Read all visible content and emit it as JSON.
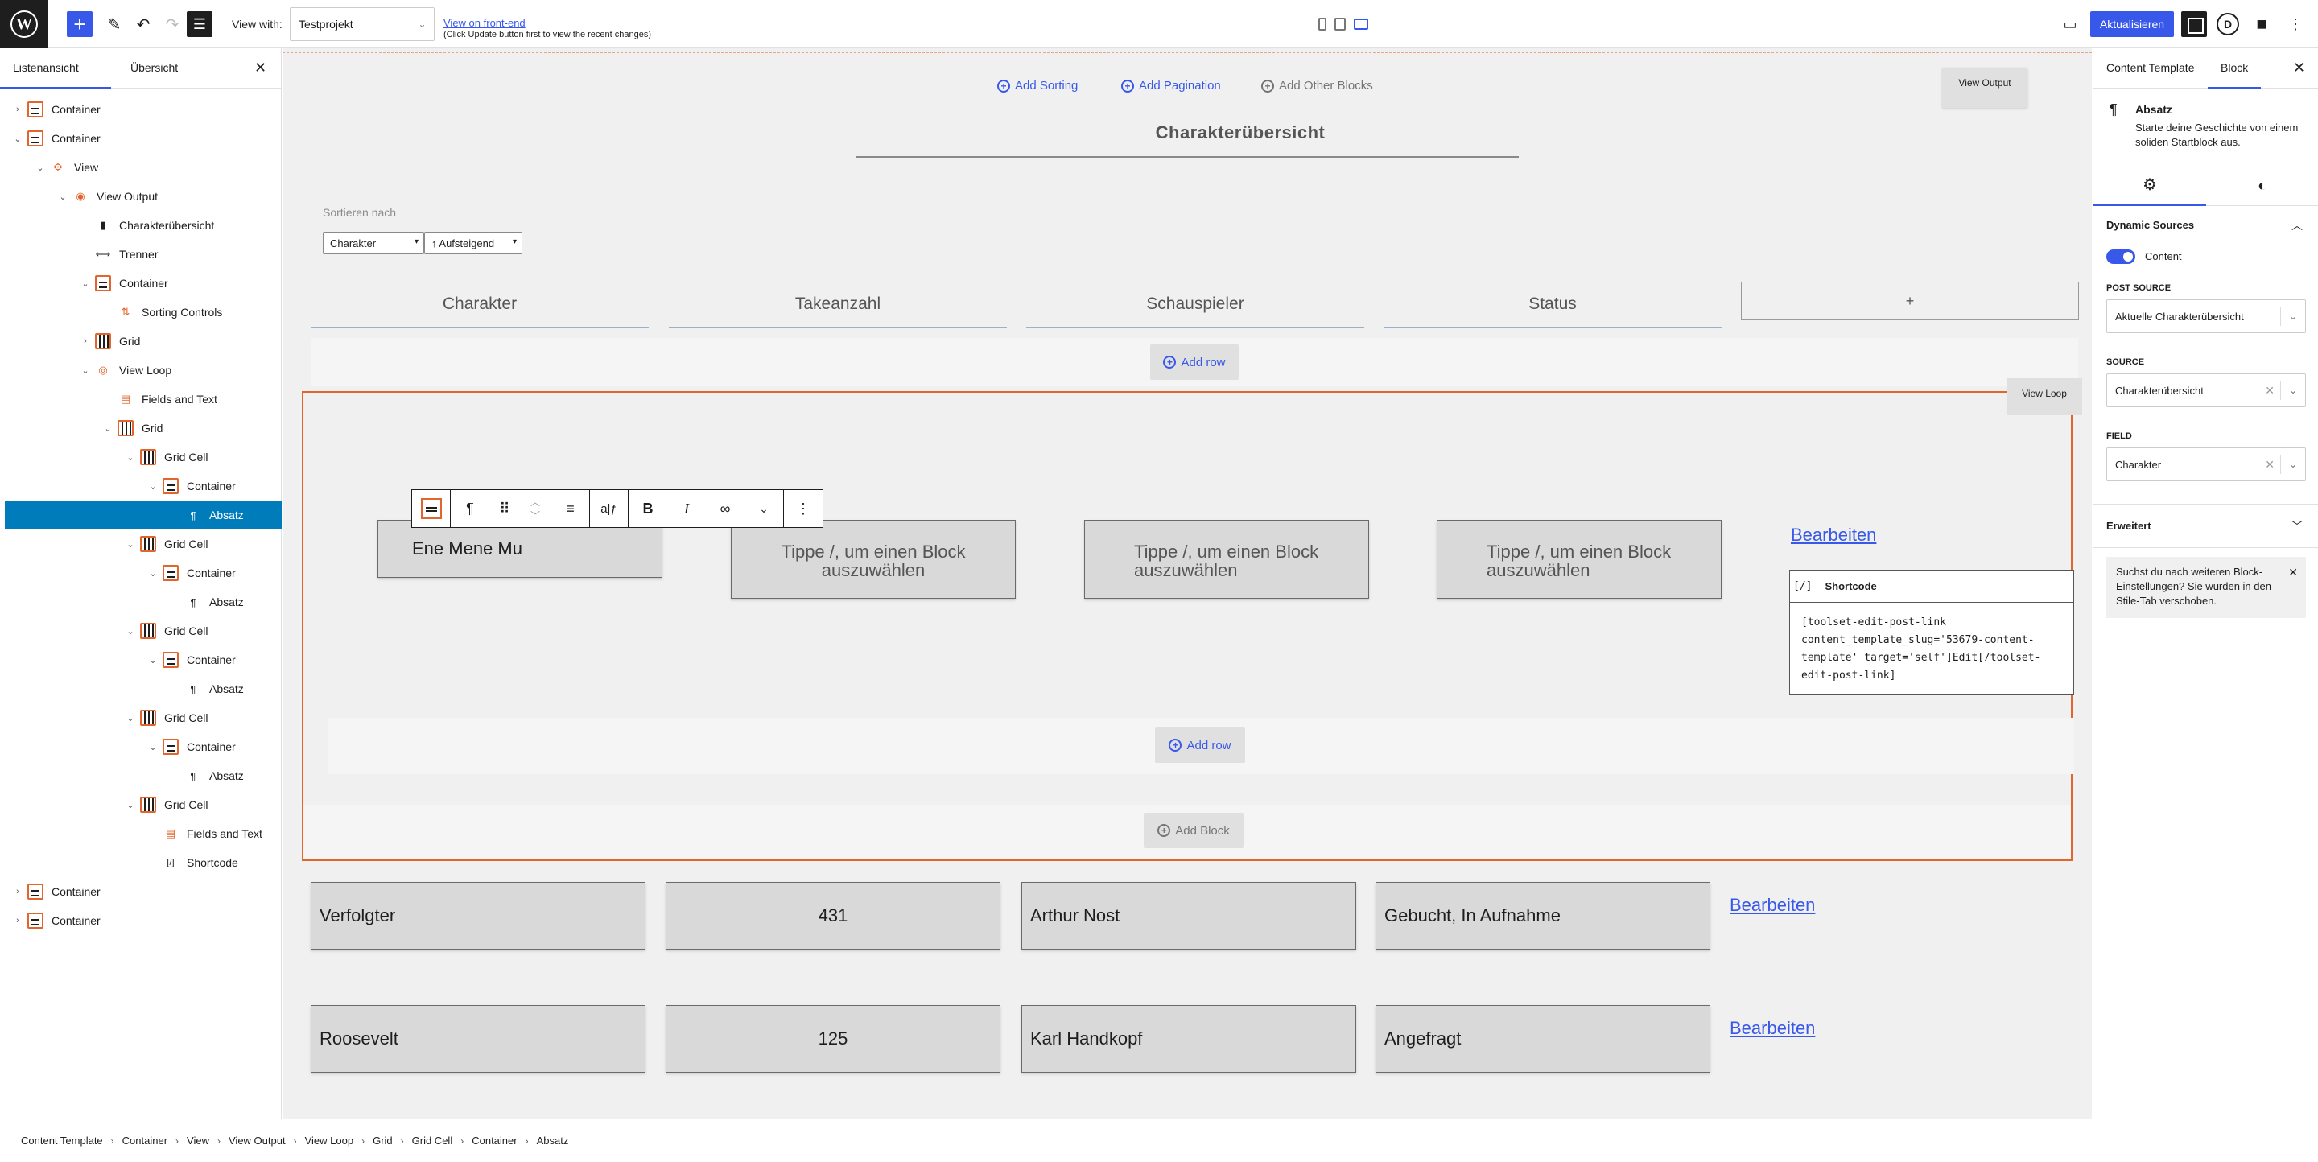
{
  "toolbar": {
    "view_with_label": "View with:",
    "view_with_value": "Testprojekt",
    "front_end_link": "View on front-end",
    "front_end_hint": "(Click Update button first to view the recent changes)",
    "update_label": "Aktualisieren"
  },
  "left_panel": {
    "tab_list": "Listenansicht",
    "tab_outline": "Übersicht",
    "tree": [
      {
        "label": "Container",
        "depth": 0,
        "toggle": "collapsed",
        "icon": "container"
      },
      {
        "label": "Container",
        "depth": 0,
        "toggle": "expanded",
        "icon": "container"
      },
      {
        "label": "View",
        "depth": 1,
        "toggle": "expanded",
        "icon": "view"
      },
      {
        "label": "View Output",
        "depth": 2,
        "toggle": "expanded",
        "icon": "view-output"
      },
      {
        "label": "Charakterübersicht",
        "depth": 3,
        "toggle": "none",
        "icon": "bookmark"
      },
      {
        "label": "Trenner",
        "depth": 3,
        "toggle": "none",
        "icon": "separator"
      },
      {
        "label": "Container",
        "depth": 3,
        "toggle": "expanded",
        "icon": "container"
      },
      {
        "label": "Sorting Controls",
        "depth": 4,
        "toggle": "none",
        "icon": "sorting"
      },
      {
        "label": "Grid",
        "depth": 3,
        "toggle": "collapsed",
        "icon": "grid"
      },
      {
        "label": "View Loop",
        "depth": 3,
        "toggle": "expanded",
        "icon": "view-loop"
      },
      {
        "label": "Fields and Text",
        "depth": 4,
        "toggle": "none",
        "icon": "fields"
      },
      {
        "label": "Grid",
        "depth": 4,
        "toggle": "expanded",
        "icon": "grid"
      },
      {
        "label": "Grid Cell",
        "depth": 5,
        "toggle": "expanded",
        "icon": "grid"
      },
      {
        "label": "Container",
        "depth": 6,
        "toggle": "expanded",
        "icon": "container"
      },
      {
        "label": "Absatz",
        "depth": 7,
        "toggle": "none",
        "icon": "paragraph",
        "selected": true
      },
      {
        "label": "Grid Cell",
        "depth": 5,
        "toggle": "expanded",
        "icon": "grid"
      },
      {
        "label": "Container",
        "depth": 6,
        "toggle": "expanded",
        "icon": "container"
      },
      {
        "label": "Absatz",
        "depth": 7,
        "toggle": "none",
        "icon": "paragraph"
      },
      {
        "label": "Grid Cell",
        "depth": 5,
        "toggle": "expanded",
        "icon": "grid"
      },
      {
        "label": "Container",
        "depth": 6,
        "toggle": "expanded",
        "icon": "container"
      },
      {
        "label": "Absatz",
        "depth": 7,
        "toggle": "none",
        "icon": "paragraph"
      },
      {
        "label": "Grid Cell",
        "depth": 5,
        "toggle": "expanded",
        "icon": "grid"
      },
      {
        "label": "Container",
        "depth": 6,
        "toggle": "expanded",
        "icon": "container"
      },
      {
        "label": "Absatz",
        "depth": 7,
        "toggle": "none",
        "icon": "paragraph"
      },
      {
        "label": "Grid Cell",
        "depth": 5,
        "toggle": "expanded",
        "icon": "grid"
      },
      {
        "label": "Fields and Text",
        "depth": 6,
        "toggle": "none",
        "icon": "fields"
      },
      {
        "label": "Shortcode",
        "depth": 6,
        "toggle": "none",
        "icon": "shortcode"
      },
      {
        "label": "Container",
        "depth": 0,
        "toggle": "collapsed",
        "icon": "container"
      },
      {
        "label": "Container",
        "depth": 0,
        "toggle": "collapsed",
        "icon": "container"
      }
    ]
  },
  "canvas": {
    "add_sorting": "Add Sorting",
    "add_pagination": "Add Pagination",
    "add_other_blocks": "Add Other Blocks",
    "view_output_tag": "View Output",
    "heading": "Charakterübersicht",
    "sort_label": "Sortieren nach",
    "sort_field": "Charakter",
    "sort_order": "↑ Aufsteigend",
    "columns": [
      "Charakter",
      "Takeanzahl",
      "Schauspieler",
      "Status"
    ],
    "plus_label": "+",
    "add_row": "Add row",
    "view_loop_tag": "View Loop",
    "loop_first_cell": "Ene Mene Mu",
    "placeholder": "Tippe /, um einen Block auszuwählen",
    "edit_label": "Bearbeiten",
    "shortcode_title": "Shortcode",
    "shortcode_icon": "[/]",
    "shortcode_text": "[toolset-edit-post-link content_template_slug='53679-content-template' target='self']Edit[/toolset-edit-post-link]",
    "add_block": "Add Block",
    "rows": [
      {
        "charakter": "Verfolgter",
        "takeanzahl": "431",
        "schauspieler": "Arthur Nost",
        "status": "Gebucht, In Aufnahme"
      },
      {
        "charakter": "Roosevelt",
        "takeanzahl": "125",
        "schauspieler": "Karl Handkopf",
        "status": "Angefragt"
      }
    ]
  },
  "right_panel": {
    "tab_template": "Content Template",
    "tab_block": "Block",
    "block_name": "Absatz",
    "block_desc": "Starte deine Geschichte von einem soliden Startblock aus.",
    "dynamic_sources": "Dynamic Sources",
    "content_toggle": "Content",
    "post_source_label": "Post Source",
    "post_source_value": "Aktuelle Charakterübersicht",
    "source_label": "Source",
    "source_value": "Charakterübersicht",
    "field_label": "Field",
    "field_value": "Charakter",
    "advanced": "Erweitert",
    "notice": "Suchst du nach weiteren Block-Einstellungen? Sie wurden in den Stile-Tab verschoben."
  },
  "breadcrumb": [
    "Content Template",
    "Container",
    "View",
    "View Output",
    "View Loop",
    "Grid",
    "Grid Cell",
    "Container",
    "Absatz"
  ],
  "colors": {
    "accent": "#3858e9",
    "toolset_orange": "#e2652e",
    "selection": "#007cba"
  }
}
